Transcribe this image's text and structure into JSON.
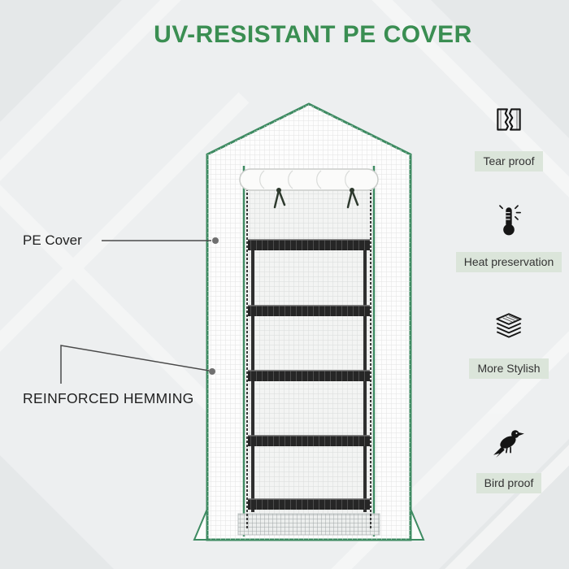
{
  "title": "UV-RESISTANT PE COVER",
  "callouts": {
    "pe_cover": {
      "label": "PE Cover"
    },
    "reinforced_hemming": {
      "label": "REINFORCED HEMMING"
    }
  },
  "features": [
    {
      "icon": "tear-proof-icon",
      "label": "Tear proof"
    },
    {
      "icon": "thermometer-icon",
      "label": "Heat preservation"
    },
    {
      "icon": "stacked-layers-icon",
      "label": "More Stylish"
    },
    {
      "icon": "bird-icon",
      "label": "Bird proof"
    }
  ],
  "colors": {
    "title_green": "#3a8e52",
    "trim_green": "#3e8b62",
    "badge_bg": "#dbe5da",
    "badge_text": "#333333",
    "background": "#edeff0"
  }
}
